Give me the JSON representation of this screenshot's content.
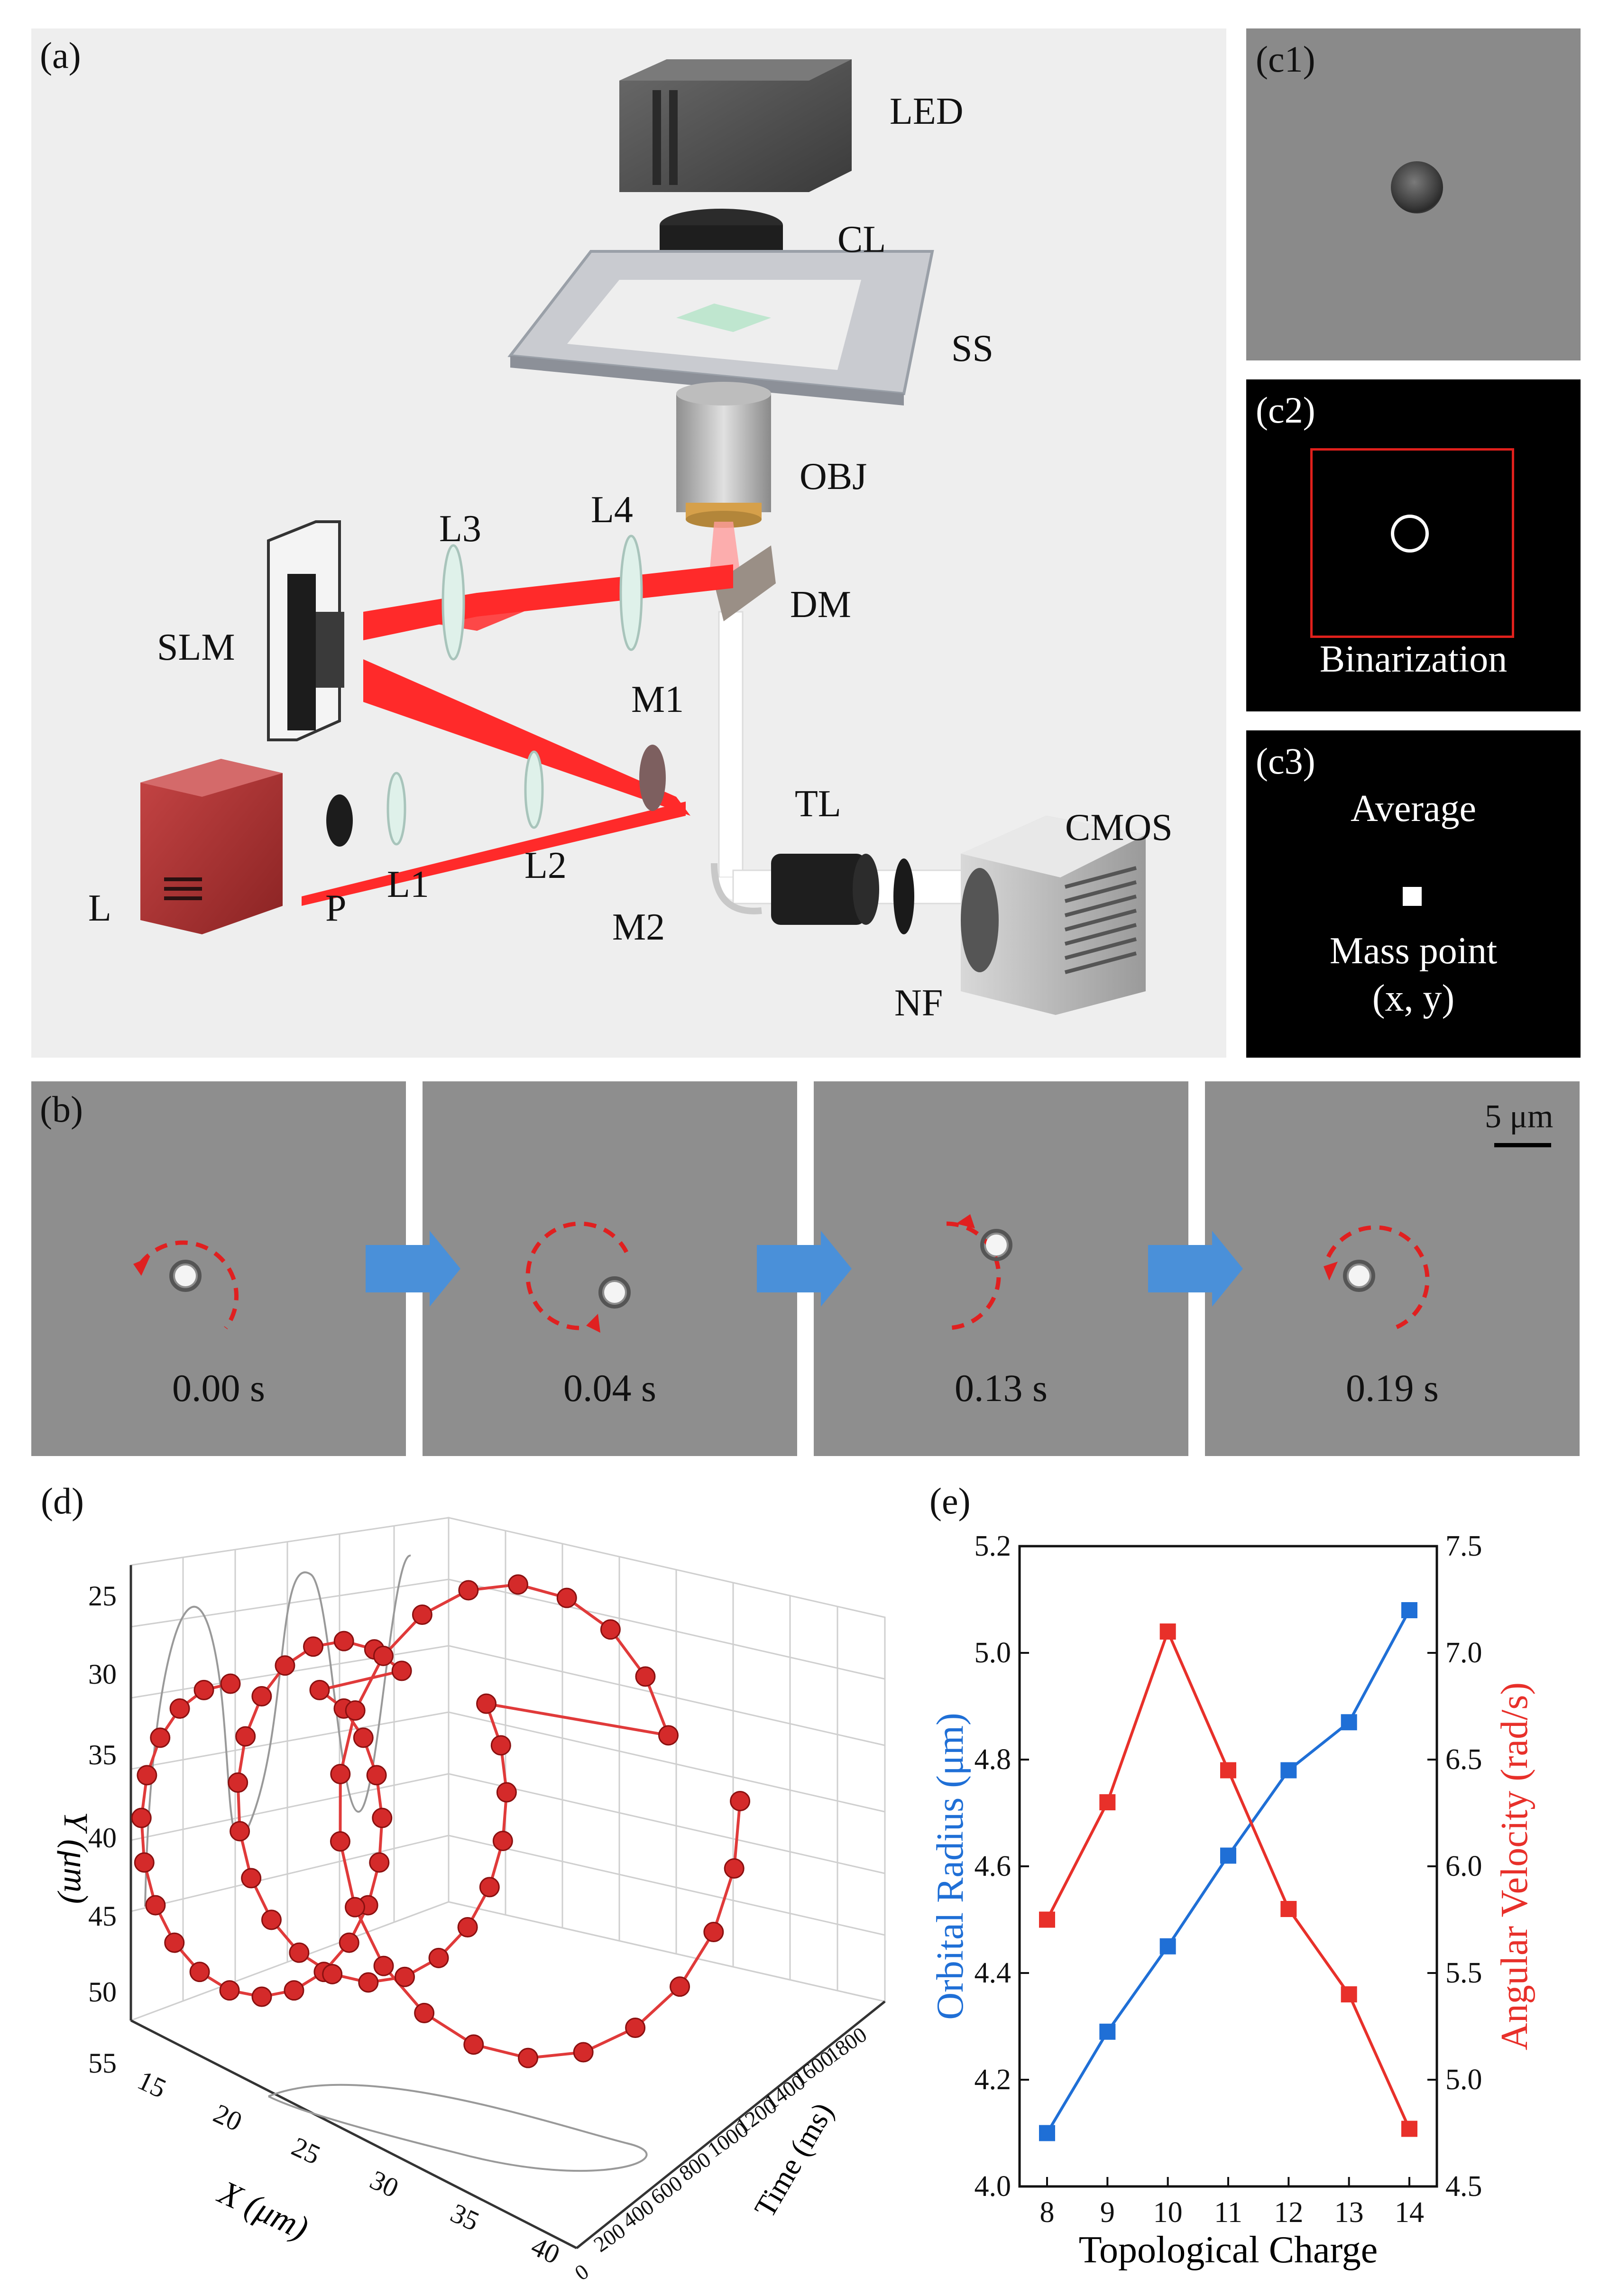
{
  "panel_a": {
    "label": "(a)",
    "components": {
      "led": "LED",
      "cl": "CL",
      "ss": "SS",
      "obj": "OBJ",
      "l3": "L3",
      "l4": "L4",
      "slm": "SLM",
      "dm": "DM",
      "m1": "M1",
      "l": "L",
      "p": "P",
      "l1": "L1",
      "l2": "L2",
      "m2": "M2",
      "tl": "TL",
      "cmos": "CMOS",
      "nf": "NF"
    }
  },
  "panel_c": {
    "c1_label": "(c1)",
    "c2_label": "(c2)",
    "c2_caption": "Binarization",
    "c3_label": "(c3)",
    "c3_top": "Average",
    "c3_bottom1": "Mass point",
    "c3_bottom2": "(x, y)"
  },
  "panel_b": {
    "label": "(b)",
    "scale_bar": "5 μm",
    "frames": [
      {
        "time": "0.00 s"
      },
      {
        "time": "0.04 s"
      },
      {
        "time": "0.13 s"
      },
      {
        "time": "0.19 s"
      }
    ]
  },
  "panel_d": {
    "label": "(d)",
    "y_axis_label": "Y (μm)",
    "x_axis_label": "X (μm)",
    "z_axis_label": "Time (ms)",
    "y_ticks": [
      "25",
      "30",
      "35",
      "40",
      "45",
      "50",
      "55"
    ],
    "x_ticks": [
      "15",
      "20",
      "25",
      "30",
      "35",
      "40"
    ],
    "z_ticks": [
      "0",
      "200",
      "400",
      "600",
      "800",
      "1000",
      "1200",
      "1400",
      "1600",
      "1800"
    ]
  },
  "panel_e": {
    "label": "(e)"
  },
  "colors": {
    "blue": "#1f6fd6",
    "red": "#e8302a",
    "beam": "#ff2a2a",
    "arrow_blue": "#4a90d9"
  },
  "chart_data": {
    "type": "line",
    "xlabel": "Topological Charge",
    "categories": [
      8,
      9,
      10,
      11,
      12,
      13,
      14
    ],
    "ylabel_left": "Orbital Radius (μm)",
    "ylabel_right": "Angular Velocity (rad/s)",
    "ylim_left": [
      4.0,
      5.2
    ],
    "ylim_right": [
      4.5,
      7.5
    ],
    "yticks_left": [
      "4.0",
      "4.2",
      "4.4",
      "4.6",
      "4.8",
      "5.0",
      "5.2"
    ],
    "yticks_right": [
      "4.5",
      "5.0",
      "5.5",
      "6.0",
      "6.5",
      "7.0",
      "7.5"
    ],
    "series": [
      {
        "axis": "left",
        "color": "#1f6fd6",
        "marker": "square",
        "values": [
          4.1,
          4.29,
          4.45,
          4.62,
          4.78,
          4.87,
          5.08
        ]
      },
      {
        "axis": "right",
        "color": "#e8302a",
        "marker": "square",
        "values": [
          5.75,
          6.3,
          7.1,
          6.45,
          5.8,
          5.4,
          4.77
        ]
      }
    ]
  }
}
